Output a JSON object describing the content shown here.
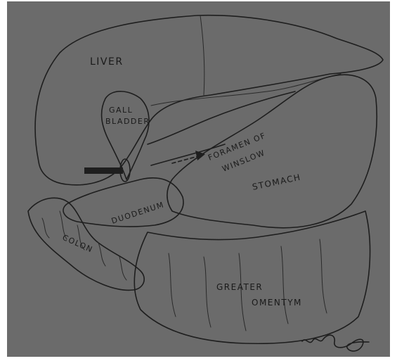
{
  "labels": {
    "liver": "LIVER",
    "gall": "GALL",
    "bladder": "BLADDER",
    "foramen": "FORAMEN OF",
    "winslow": "WINSLOW",
    "stomach": "STOMACH",
    "duodenum": "DUODENUM",
    "colon": "COLON",
    "greater": "GREATER",
    "omentum": "OMENTYM"
  },
  "colors": {
    "background": "#6b6b6b",
    "ink": "#1e1e1e",
    "frame": "#ffffff"
  }
}
